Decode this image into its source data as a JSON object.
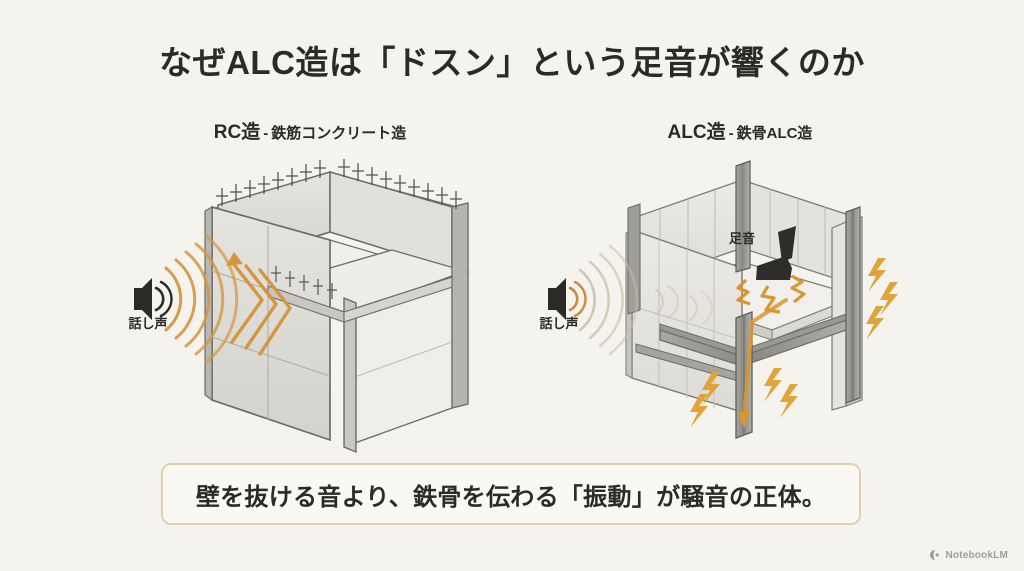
{
  "slide": {
    "background_color": "#f5f3ee",
    "title": "なぜALC造は「ドスン」という足音が響くのか"
  },
  "columns": [
    {
      "id": "rc",
      "heading_main": "RC造",
      "heading_separator": "-",
      "heading_sub": "鉄筋コンクリート造",
      "source_label": "話し声",
      "source_icon": "speaker-icon",
      "wave_color": "#c98b3e",
      "structure": "reinforced-concrete-box"
    },
    {
      "id": "alc",
      "heading_main": "ALC造",
      "heading_separator": "-",
      "heading_sub": "鉄骨ALC造",
      "source_label": "話し声",
      "source_icon": "speaker-icon",
      "wave_color": "#cbbda6",
      "impact_label": "足音",
      "impact_icon": "boot-icon",
      "structure": "steel-frame-alc-panel"
    }
  ],
  "callout": {
    "text": "壁を抜ける音より、鉄骨を伝わる「振動」が騒音の正体。",
    "border_color": "#e2cfae",
    "background_color": "#faf8f4"
  },
  "watermark": {
    "label": "NotebookLM",
    "icon": "notebooklm-logo-icon"
  },
  "colors": {
    "accent_orange": "#d9982f",
    "concrete_light": "#ebe9e4",
    "concrete_mid": "#d2d0cb",
    "concrete_dark": "#b9b7b1",
    "steel_gray": "#8e8d88",
    "outline": "#6d6b66",
    "text_dark": "#2b2a28"
  },
  "chart_data": {
    "type": "diagram",
    "title": "なぜALC造は「ドスン」という足音が響くのか",
    "panels": [
      {
        "name": "RC造 - 鉄筋コンクリート造",
        "elements": [
          "rebar-top-edge",
          "concrete-walls",
          "concrete-floor-slab",
          "speaker-source",
          "sound-waves-orange",
          "chevron-arrows-through-wall"
        ],
        "annotation": "話し声"
      },
      {
        "name": "ALC造 - 鉄骨ALC造",
        "elements": [
          "steel-columns",
          "steel-beams",
          "alc-panels",
          "floor-slab",
          "boot-impact",
          "vibration-zigzag",
          "lightning-bolts",
          "faint-sound-waves"
        ],
        "annotations": [
          "話し声",
          "足音"
        ]
      }
    ],
    "conclusion": "壁を抜ける音より、鉄骨を伝わる「振動」が騒音の正体。"
  }
}
